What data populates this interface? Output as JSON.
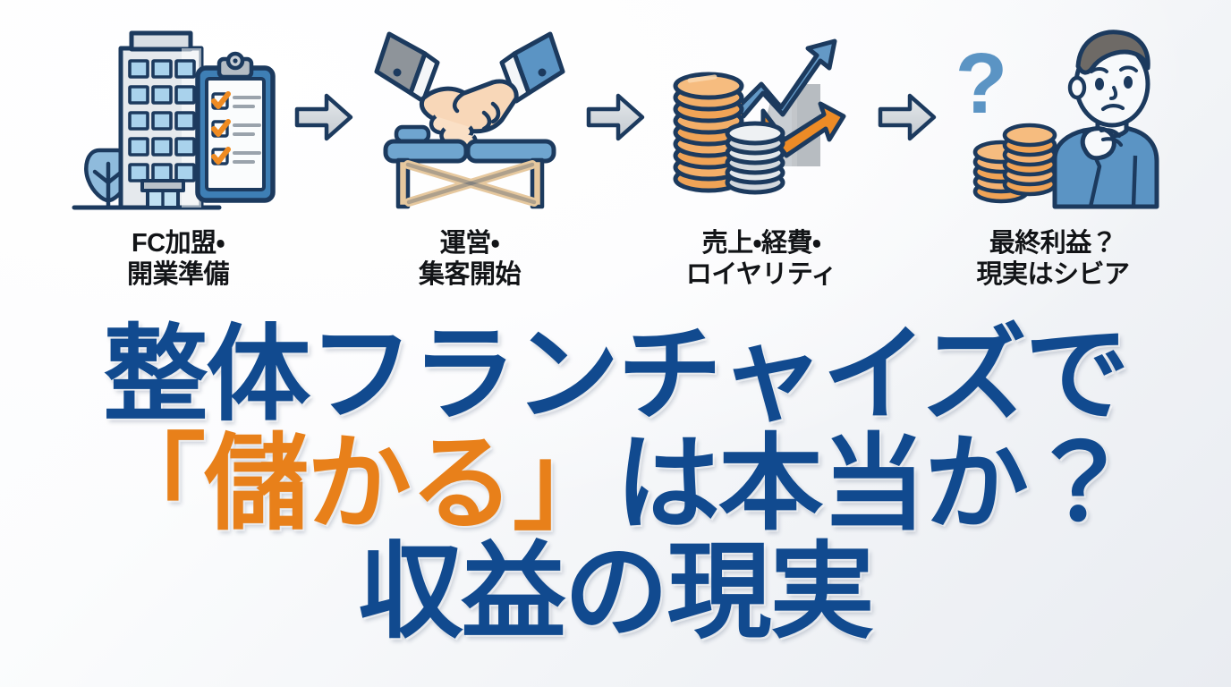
{
  "colors": {
    "headline_blue": "#114A8F",
    "accent_orange": "#E8801A",
    "label_black": "#121417",
    "icon_outline": "#1C3A5E",
    "icon_blue": "#5B94C4",
    "icon_gray": "#C9CDD2",
    "background": "#F2F4F7"
  },
  "process": {
    "steps": [
      {
        "icon": "building-clipboard-icon",
        "label_line1": "FC加盟・",
        "label_line2": "開業準備"
      },
      {
        "icon": "handshake-treatment-table-icon",
        "label_line1": "運営・",
        "label_line2": "集客開始"
      },
      {
        "icon": "coins-growth-decline-chart-icon",
        "label_line1": "売上・経費・",
        "label_line2": "ロイヤリティ"
      },
      {
        "icon": "worried-person-coins-question-icon",
        "label_line1": "最終利益？",
        "label_line2": "現実はシビア"
      }
    ],
    "separator_icon": "arrow-right-icon"
  },
  "headline": {
    "line1": "整体フランチャイズで",
    "line2_pre": "",
    "line2_accent": "「儲かる」",
    "line2_post": "は本当か？",
    "line3": "収益の現実"
  }
}
